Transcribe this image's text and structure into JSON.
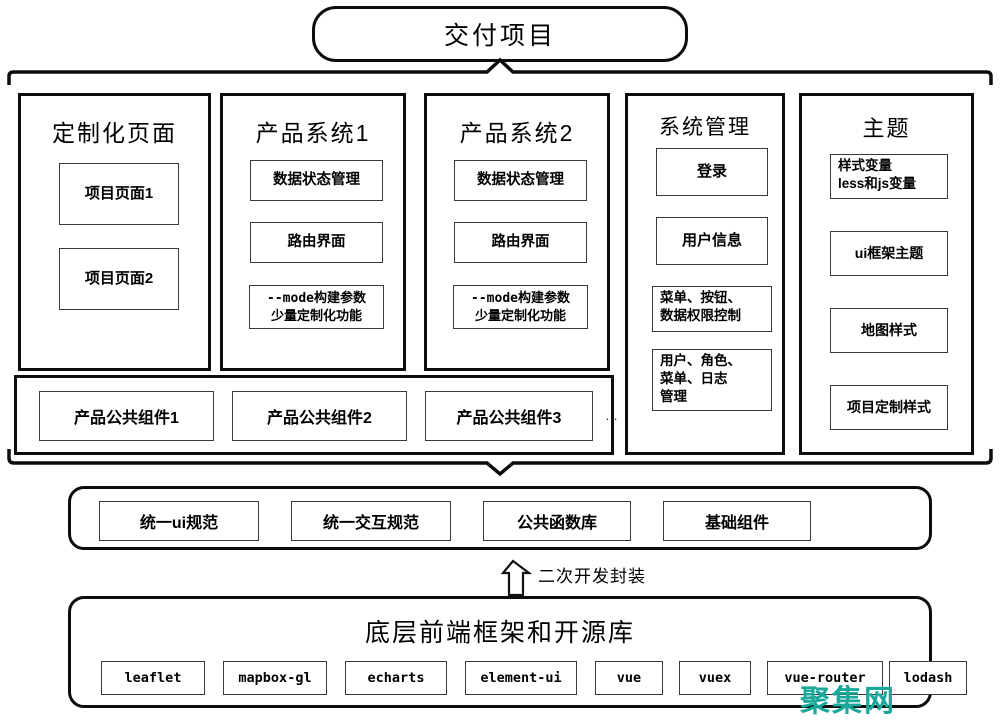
{
  "title": {
    "text": "交付项目"
  },
  "columns": [
    {
      "id": "custom-pages",
      "title": "定制化页面",
      "items": [
        {
          "text": "项目页面1"
        },
        {
          "text": "项目页面2"
        }
      ]
    },
    {
      "id": "product-system-1",
      "title": "产品系统1",
      "items": [
        {
          "text": "数据状态管理"
        },
        {
          "text": "路由界面"
        },
        {
          "line1": "--mode构建参数",
          "line2": "少量定制化功能"
        }
      ]
    },
    {
      "id": "product-system-2",
      "title": "产品系统2",
      "items": [
        {
          "text": "数据状态管理"
        },
        {
          "text": "路由界面"
        },
        {
          "line1": "--mode构建参数",
          "line2": "少量定制化功能"
        }
      ]
    },
    {
      "id": "system-management",
      "title": "系统管理",
      "items": [
        {
          "text": "登录"
        },
        {
          "text": "用户信息"
        },
        {
          "line1": "菜单、按钮、",
          "line2": "数据权限控制"
        },
        {
          "line1": "用户、角色、",
          "line2": "菜单、日志",
          "line3": "管理"
        }
      ]
    },
    {
      "id": "theme",
      "title": "主题",
      "items": [
        {
          "line1": "样式变量",
          "line2": "less和js变量"
        },
        {
          "text": "ui框架主题"
        },
        {
          "text": "地图样式"
        },
        {
          "text": "项目定制样式"
        }
      ]
    }
  ],
  "public_components": {
    "items": [
      {
        "text": "产品公共组件1"
      },
      {
        "text": "产品公共组件2"
      },
      {
        "text": "产品公共组件3"
      }
    ],
    "ellipsis": "…"
  },
  "standards": {
    "items": [
      {
        "text": "统一ui规范"
      },
      {
        "text": "统一交互规范"
      },
      {
        "text": "公共函数库"
      },
      {
        "text": "基础组件"
      }
    ]
  },
  "connector": {
    "label": "二次开发封装"
  },
  "base": {
    "title": "底层前端框架和开源库",
    "libraries": [
      {
        "name": "leaflet"
      },
      {
        "name": "mapbox-gl"
      },
      {
        "name": "echarts"
      },
      {
        "name": "element-ui"
      },
      {
        "name": "vue"
      },
      {
        "name": "vuex"
      },
      {
        "name": "vue-router"
      },
      {
        "name": "lodash"
      }
    ]
  },
  "watermark": {
    "text": "聚集网",
    "color": "#1aa89b"
  }
}
